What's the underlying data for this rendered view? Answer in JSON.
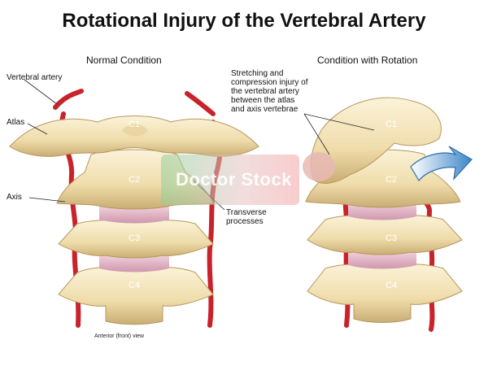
{
  "title": "Rotational Injury of the Vertebral Artery",
  "panels": {
    "left": {
      "heading": "Normal Condition"
    },
    "right": {
      "heading": "Condition with Rotation"
    }
  },
  "labels": {
    "vertebral_artery": "Vertebral artery",
    "atlas": "Atlas",
    "axis": "Axis",
    "transverse_processes_line1": "Transverse",
    "transverse_processes_line2": "processes",
    "injury_line1": "Stretching and",
    "injury_line2": "compression injury of",
    "injury_line3": "the vertebral artery",
    "injury_line4": "between the atlas",
    "injury_line5": "and axis vertebrae"
  },
  "vertebra_labels": {
    "left": [
      "C1",
      "C2",
      "C3",
      "C4"
    ],
    "right": [
      "C1",
      "C2",
      "C3",
      "C4"
    ]
  },
  "caption": "Anterior (front) view",
  "watermark": "Doctor Stock",
  "colors": {
    "bone": "#f1e3b8",
    "bone_shadow": "#c9ad74",
    "disc": "#e3b7c7",
    "artery": "#c8222a",
    "arrow": "#3b86c8"
  }
}
